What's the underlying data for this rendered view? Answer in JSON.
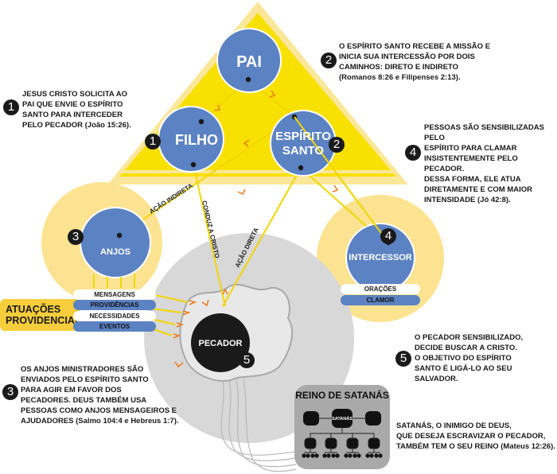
{
  "trinity": {
    "pai": "PAI",
    "filho": "FILHO",
    "espirito": [
      "ESPÍRITO",
      "SANTO"
    ],
    "filho_badge": "1",
    "espirito_badge": "2"
  },
  "nodes": {
    "anjos": "ANJOS",
    "anjos_badge": "3",
    "intercessor": "INTERCESSOR",
    "intercessor_badge": "4",
    "pecador": "PECADOR",
    "pecador_badge": "5"
  },
  "arrows": {
    "acao_indireta": "AÇÃO INDIRETA",
    "conduz_a_cristo": "CONDUZ A CRISTO",
    "acao_direta": "AÇÃO DIRETA"
  },
  "providencial": {
    "title_line1": "ATUAÇÕES",
    "title_line2": "PROVIDENCIAIS",
    "items": [
      "MENSAGENS",
      "PROVIDÊNCIAS ESPECIAIS",
      "NECESSIDADES",
      "EVENTOS"
    ]
  },
  "intercessor_items": [
    "ORAÇÕES PERSISTENTES",
    "CLAMOR"
  ],
  "satan": {
    "title": "REINO DE SATANÁS",
    "center_label": "SATANÁS"
  },
  "notes": [
    {
      "badge": "1",
      "lines": [
        "JESUS CRISTO SOLICITA AO",
        "PAI QUE ENVIE O ESPÍRITO",
        "SANTO PARA INTERCEDER",
        "PELO PECADOR (João 15:26)."
      ]
    },
    {
      "badge": "2",
      "lines": [
        "O ESPÍRITO SANTO RECEBE A MISSÃO E",
        "INICIA SUA INTERCESSÃO POR DOIS",
        "CAMINHOS: DIRETO E INDIRETO",
        "(Romanos 8:26 e Filipenses 2:13)."
      ]
    },
    {
      "badge": "4",
      "lines": [
        "PESSOAS SÃO SENSIBILIZADAS PELO",
        "ESPÍRITO PARA CLAMAR",
        "INSISTENTEMENTE PELO PECADOR.",
        "DESSA FORMA, ELE ATUA",
        "DIRETAMENTE E COM MAIOR",
        "INTENSIDADE (Jó 42:8)."
      ]
    },
    {
      "badge": "3",
      "lines": [
        "OS ANJOS MINISTRADORES SÃO",
        "ENVIADOS PELO ESPÍRITO SANTO",
        "PARA AGIR EM FAVOR DOS",
        "PECADORES. DEUS TAMBÉM USA",
        "PESSOAS COMO ANJOS MENSAGEIROS E",
        "AJUDADORES (Salmo 104:4 e Hebreus 1:7)."
      ]
    },
    {
      "badge": "5",
      "lines": [
        "O PECADOR SENSIBILIZADO,",
        "DECIDE BUSCAR A CRISTO.",
        "O OBJETIVO DO ESPÍRITO",
        "SANTO É LIGÁ-LO AO SEU",
        "SALVADOR."
      ]
    },
    {
      "badge": "",
      "lines": [
        "SATANÁS, O INIMIGO DE DEUS,",
        "QUE DESEJA ESCRAVIZAR O PECADOR,",
        "TAMBÉM TEM O SEU REINO (Mateus 12:26)."
      ]
    }
  ],
  "colors": {
    "triangle_outer": "#fbe79a",
    "triangle_inner": "#f8e000",
    "node_blue": "#5b82c2",
    "halo_yellow": "#fbe391",
    "pecador_gray": "#d8d8d8",
    "arrow_yellow": "#f2d600",
    "arrow_head": "#f07a1a",
    "dark": "#1a1a1a"
  }
}
